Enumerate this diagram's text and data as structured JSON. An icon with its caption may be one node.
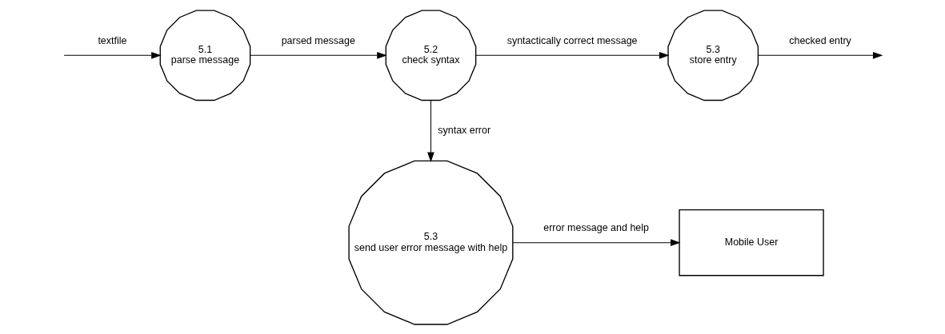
{
  "diagram": {
    "nodes": [
      {
        "text": [
          "5.1",
          "parse message"
        ]
      },
      {
        "text": [
          "5.2",
          "check syntax"
        ]
      },
      {
        "text": [
          "5.3",
          "store entry"
        ]
      },
      {
        "text": [
          "5.3",
          "send user error message with help"
        ]
      },
      {
        "text": [
          "Mobile User"
        ]
      }
    ],
    "edges": [
      {
        "from": null,
        "to": 0,
        "arrow": "to",
        "label": "textfile"
      },
      {
        "from": 0,
        "to": 1,
        "arrow": "to",
        "label": "parsed message"
      },
      {
        "from": 1,
        "to": 2,
        "arrow": "to",
        "label": "syntactically correct message"
      },
      {
        "from": 2,
        "to": null,
        "arrow": "to",
        "label": "checked entry"
      },
      {
        "from": 1,
        "to": 3,
        "arrow": "to",
        "label": "syntax error"
      },
      {
        "from": 3,
        "to": 4,
        "arrow": "to",
        "label": "error message and help"
      }
    ]
  }
}
